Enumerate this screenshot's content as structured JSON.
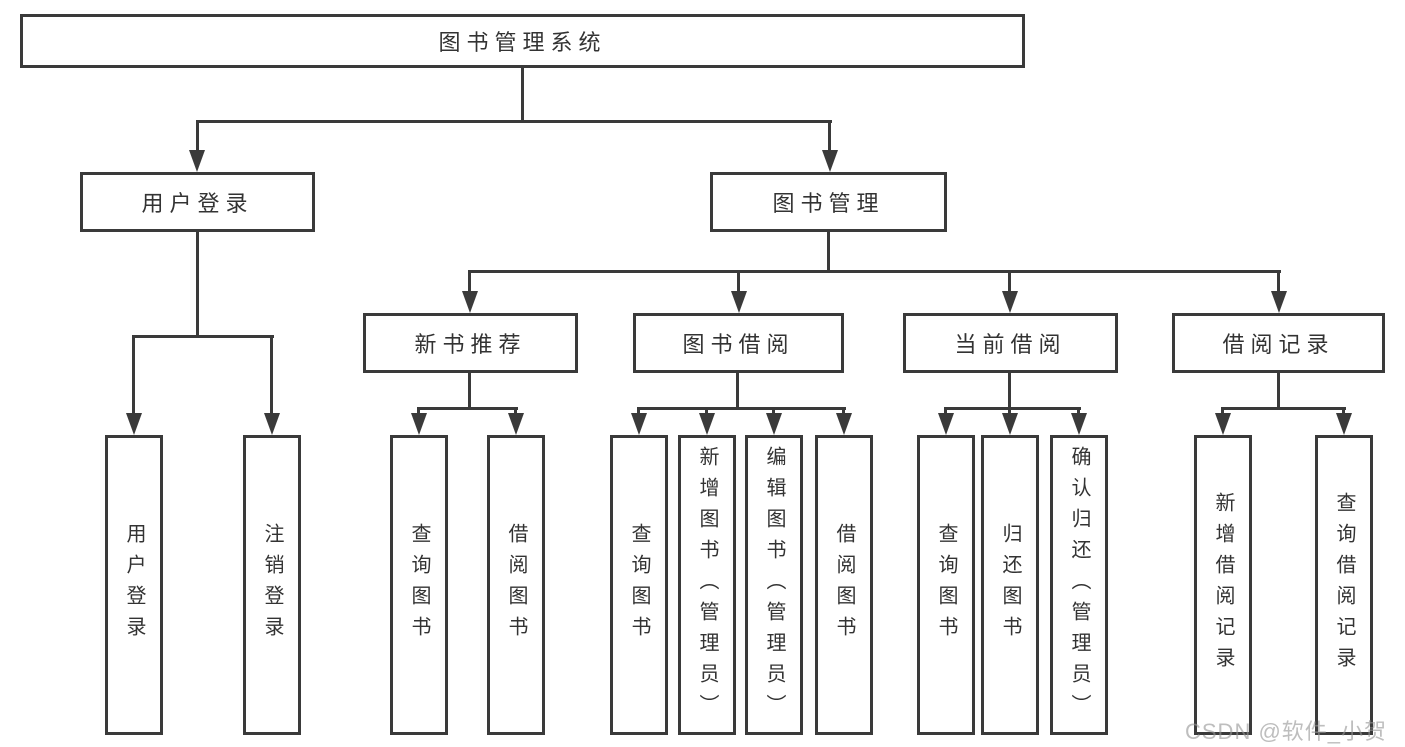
{
  "diagram": {
    "root": {
      "label": "图书管理系统"
    },
    "branches": [
      {
        "label": "用户登录",
        "children": [
          {
            "label": "用户登录"
          },
          {
            "label": "注销登录"
          }
        ]
      },
      {
        "label": "图书管理",
        "children": [
          {
            "label": "新书推荐",
            "children": [
              {
                "label": "查询图书"
              },
              {
                "label": "借阅图书"
              }
            ]
          },
          {
            "label": "图书借阅",
            "children": [
              {
                "label": "查询图书"
              },
              {
                "label": "新增图书（管理员）"
              },
              {
                "label": "编辑图书（管理员）"
              },
              {
                "label": "借阅图书"
              }
            ]
          },
          {
            "label": "当前借阅",
            "children": [
              {
                "label": "查询图书"
              },
              {
                "label": "归还图书"
              },
              {
                "label": "确认归还（管理员）"
              }
            ]
          },
          {
            "label": "借阅记录",
            "children": [
              {
                "label": "新增借阅记录"
              },
              {
                "label": "查询借阅记录"
              }
            ]
          }
        ]
      }
    ]
  },
  "watermark": {
    "text": "CSDN @软件_小贺同学"
  },
  "colors": {
    "line": "#3a3a3a",
    "text": "#333333",
    "watermark": "#969696",
    "background": "#ffffff"
  }
}
